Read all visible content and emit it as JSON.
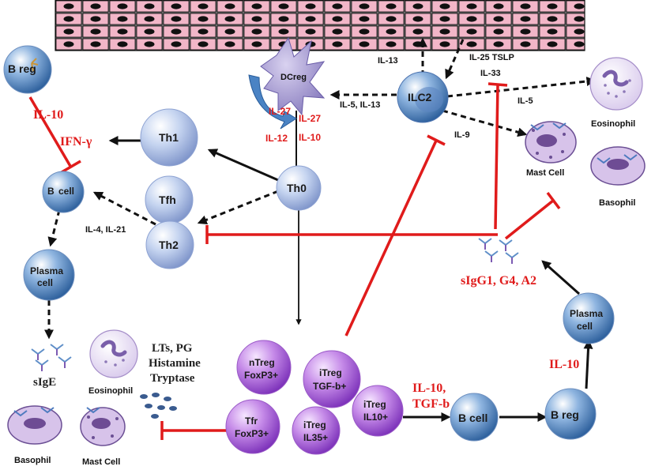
{
  "cells": {
    "b_reg_top": "B reg",
    "dcreg": "DCreg",
    "ilc2": "ILC2",
    "th1": "Th1",
    "th0": "Th0",
    "tfh": "Tfh",
    "th2": "Th2",
    "b_cell_left_1": "B",
    "b_cell_left_2": "cell",
    "plasma_left_1": "Plasma",
    "plasma_left_2": "cell",
    "ntreg_1": "nTreg",
    "ntreg_2": "FoxP3+",
    "itreg_tgf_1": "iTreg",
    "itreg_tgf_2": "TGF-b+",
    "itreg_il35_1": "iTreg",
    "itreg_il35_2": "IL35+",
    "itreg_il10_1": "iTreg",
    "itreg_il10_2": "IL10+",
    "tfr_1": "Tfr",
    "tfr_2": "FoxP3+",
    "b_cell_bottom": "B cell",
    "b_reg_bottom": "B reg",
    "plasma_right_1": "Plasma",
    "plasma_right_2": "cell",
    "eosinophil_right": "Eosinophil",
    "mast_cell_right": "Mast Cell",
    "basophil_right": "Basophil",
    "eosinophil_bottom": "Eosinophil",
    "basophil_bottom": "Basophil",
    "mast_cell_bottom": "Mast Cell"
  },
  "labels": {
    "il13_top": "IL-13",
    "il25_tslp": "IL-25 TSLP",
    "il33": "IL-33",
    "il5_il13": "IL-5, IL-13",
    "il5": "IL-5",
    "il9": "IL-9",
    "il27_a": "IL-27",
    "il27_b": "IL-27",
    "il12": "IL-12",
    "il10_dc": "IL-10",
    "il10_breg": "IL-10",
    "ifn_gamma": "IFN-γ",
    "il4_il21": "IL-4, IL-21",
    "sige": "sIgE",
    "mediators_1": "LTs, PG",
    "mediators_2": "Histamine",
    "mediators_3": "Tryptase",
    "il10_tgfb_1": "IL-10,",
    "il10_tgfb_2": "TGF-b",
    "il10_right": "IL-10",
    "sigg": "sIgG1, G4, A2"
  }
}
